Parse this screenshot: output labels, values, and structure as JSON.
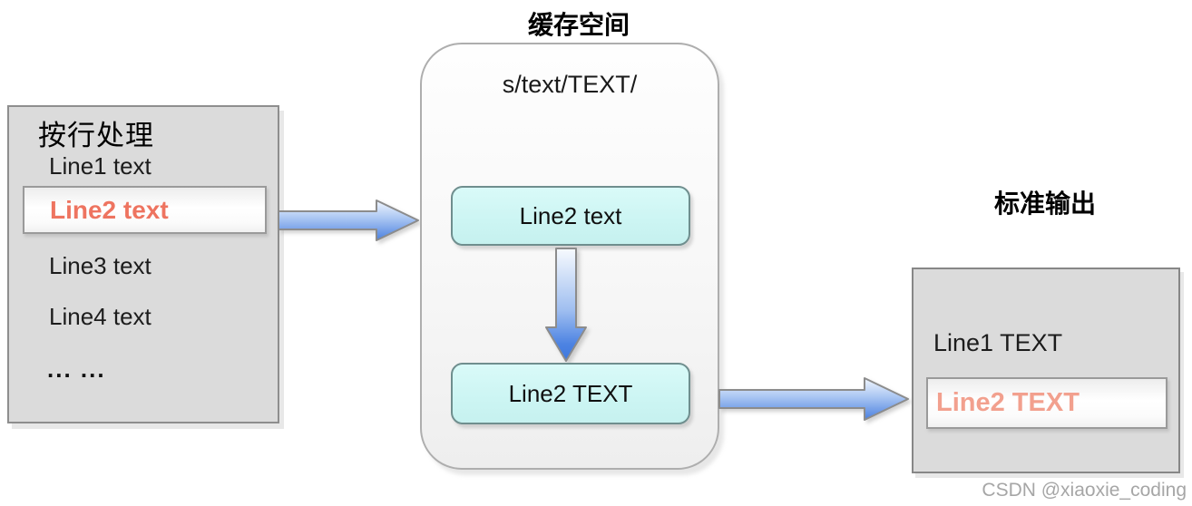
{
  "input_box": {
    "title": "按行处理",
    "line1": "Line1 text",
    "line2": "Line2 text",
    "line3": "Line3 text",
    "line4": "Line4 text",
    "ellipsis": "... ..."
  },
  "buffer_box": {
    "label": "缓存空间",
    "command": "s/text/TEXT/",
    "pattern_before": "Line2 text",
    "pattern_after": "Line2 TEXT"
  },
  "output_box": {
    "label": "标准输出",
    "line1": "Line1 TEXT",
    "line2": "Line2 TEXT"
  },
  "watermark": "CSDN @xiaoxie_coding",
  "colors": {
    "box_fill": "#dbdbdb",
    "box_border": "#8e8e8e",
    "cyan_fill": "#ccf5f3",
    "cyan_border": "#6f8e8e",
    "highlight_text": "#ee7460",
    "highlight_text_faded": "#f2a08e",
    "arrow_blue_dark": "#4a80df",
    "arrow_blue_light": "#f2f7fe",
    "watermark_gray": "#a6a6a6"
  }
}
